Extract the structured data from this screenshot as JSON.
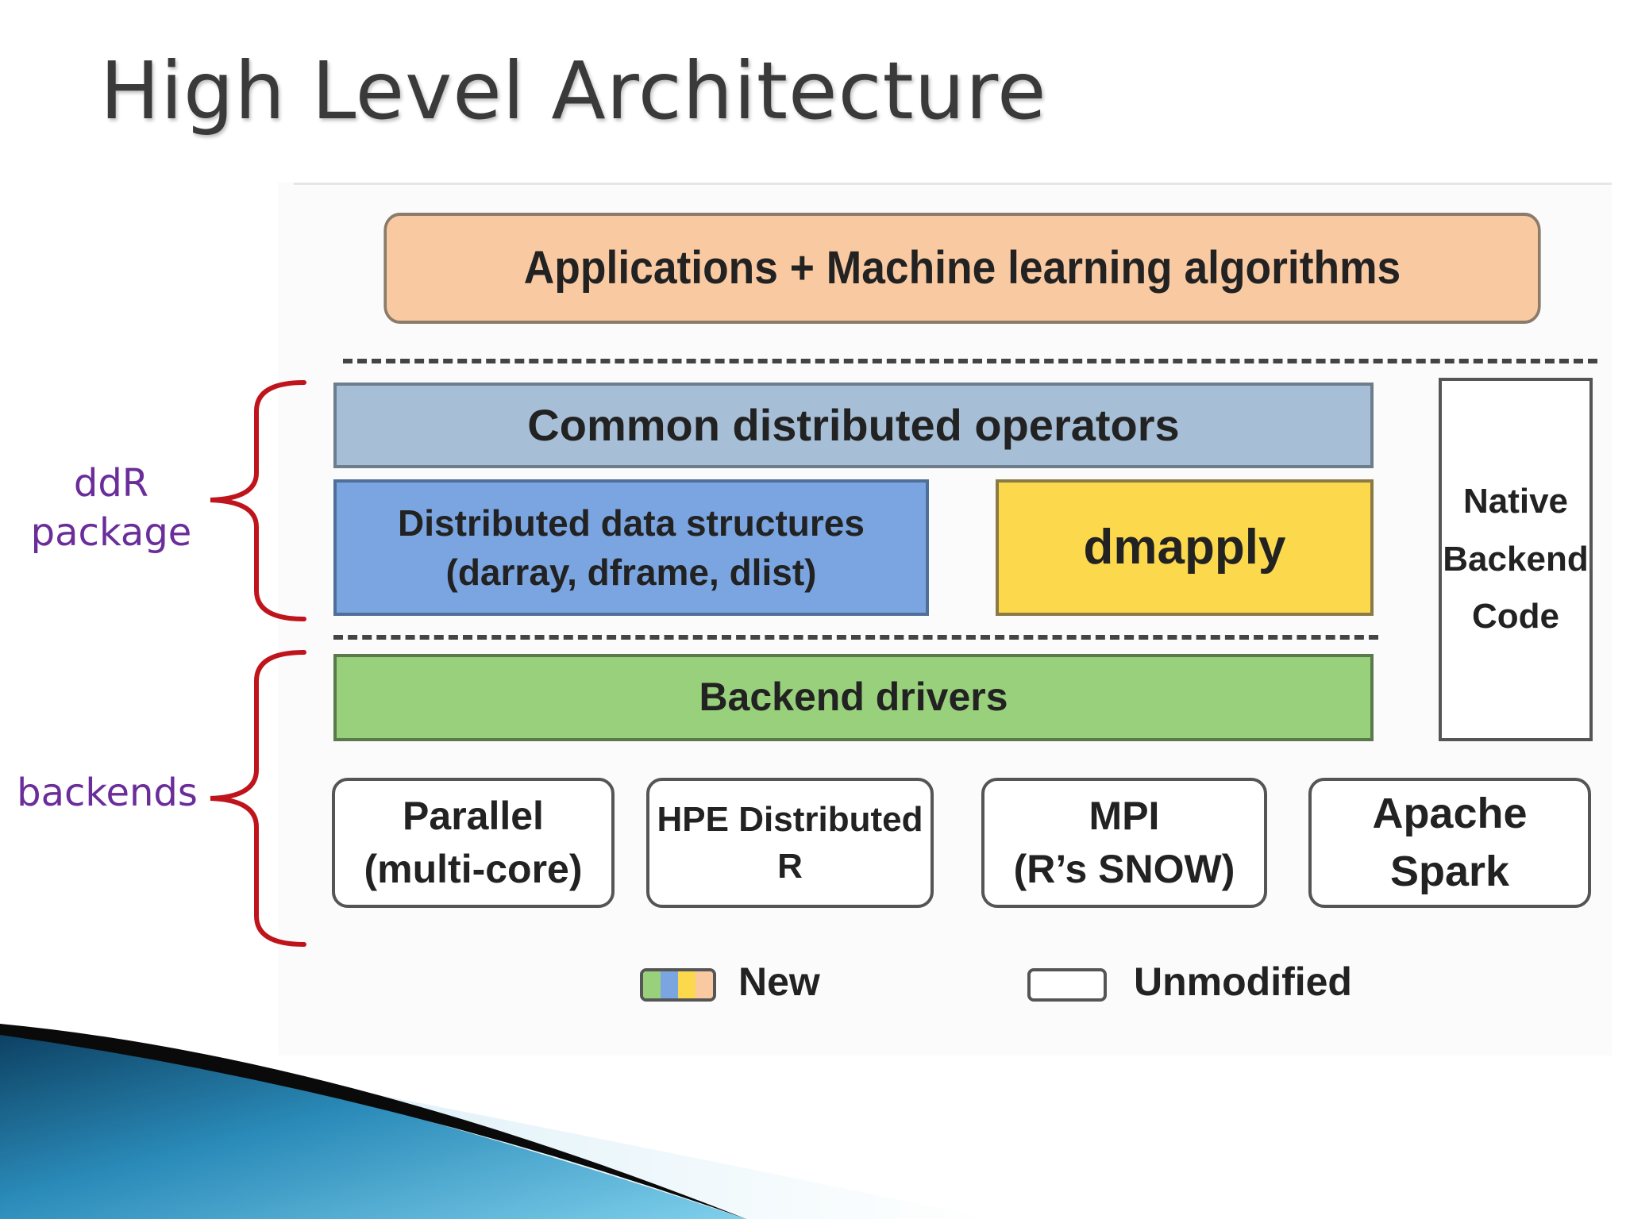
{
  "slide": {
    "title": "High Level Architecture"
  },
  "diagram": {
    "layers": {
      "applications": "Applications + Machine learning algorithms",
      "common_operators": "Common distributed operators",
      "distributed_data_structures": "Distributed data structures\n(darray, dframe, dlist)",
      "dmapply": "dmapply",
      "backend_drivers": "Backend drivers",
      "native_backend_code": "Native\nBackend\nCode"
    },
    "backends": [
      {
        "label": "Parallel\n(multi-core)"
      },
      {
        "label": "HPE Distributed R"
      },
      {
        "label": "MPI\n(R’s SNOW)"
      },
      {
        "label": "Apache Spark"
      }
    ],
    "legend": {
      "new_label": "New",
      "unmodified_label": "Unmodified",
      "new_swatch_colors": [
        "#98d07c",
        "#7aa5e0",
        "#fbd84c",
        "#f9c9a2"
      ]
    },
    "colors": {
      "applications": "#f9c9a2",
      "common_operators": "#a6bed6",
      "distributed_data_structures": "#7aa5e0",
      "dmapply": "#fbd84c",
      "backend_drivers": "#98d07c"
    }
  },
  "annotations": {
    "ddr_package": "ddR\npackage",
    "backends": "backends",
    "label_color": "#6a2d9a",
    "brace_color": "#c0141c"
  }
}
